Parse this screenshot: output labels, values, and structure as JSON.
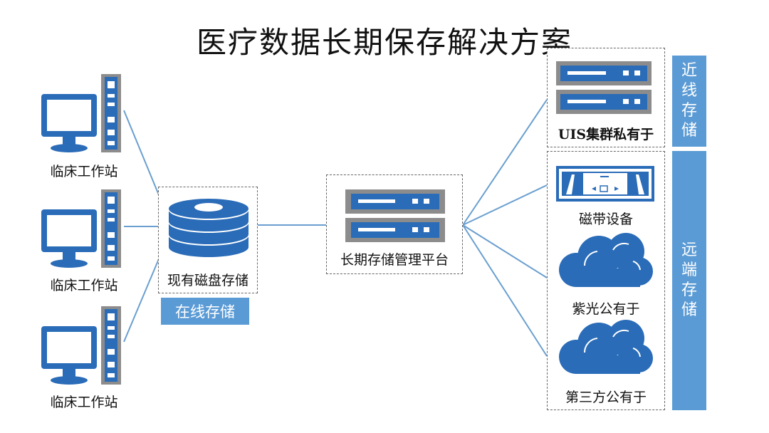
{
  "title": "医疗数据长期保存解决方案",
  "workstations": [
    {
      "label": "临床工作站"
    },
    {
      "label": "临床工作站"
    },
    {
      "label": "临床工作站"
    }
  ],
  "disk_storage": {
    "label": "现有磁盘存储",
    "badge": "在线存储"
  },
  "platform": {
    "label": "长期存储管理平台"
  },
  "near_line": {
    "section_label": [
      "近",
      "线",
      "存",
      "储"
    ],
    "items": [
      {
        "label": "UIS集群私有于"
      }
    ]
  },
  "remote": {
    "section_label": [
      "远",
      "端",
      "存",
      "储"
    ],
    "items": [
      {
        "label": "磁带设备"
      },
      {
        "label": "紫光公有于"
      },
      {
        "label": "第三方公有于"
      }
    ]
  },
  "colors": {
    "primary_blue": "#2a6cb8",
    "light_blue": "#5b9bd5",
    "line": "#6a9fcf",
    "gray": "#8c8c8c"
  }
}
